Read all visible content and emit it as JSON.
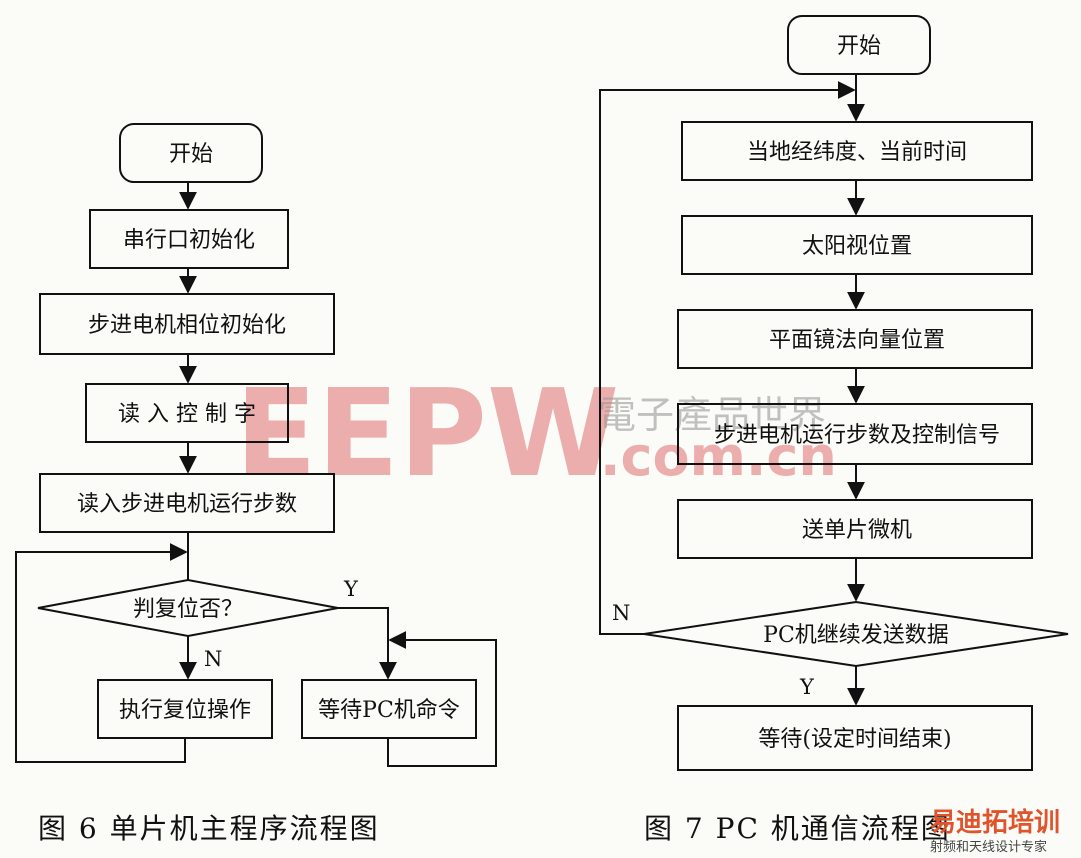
{
  "fig6": {
    "start": "开始",
    "step1": "串行口初始化",
    "step2": "步进电机相位初始化",
    "step3": "读 入 控 制 字",
    "step4": "读入步进电机运行步数",
    "decision": "判复位否？",
    "yes": "Y",
    "no": "N",
    "reset_action": "执行复位操作",
    "wait_pc": "等待PC机命令",
    "caption": "图 6   单片机主程序流程图"
  },
  "fig7": {
    "start": "开始",
    "step1": "当地经纬度、当前时间",
    "step2": "太阳视位置",
    "step3": "平面镜法向量位置",
    "step4": "步进电机运行步数及控制信号",
    "step5": "送单片微机",
    "decision": "PC机继续发送数据",
    "no": "N",
    "yes": "Y",
    "wait": "等待(设定时间结束)",
    "caption": "图 7   PC 机通信流程图"
  },
  "watermark": {
    "brand": "EEPW",
    "cn": "電子產品世界",
    "domain": ".com.cn",
    "corner_brand": "易迪拓培训",
    "corner_sub": "射频和天线设计专家"
  }
}
